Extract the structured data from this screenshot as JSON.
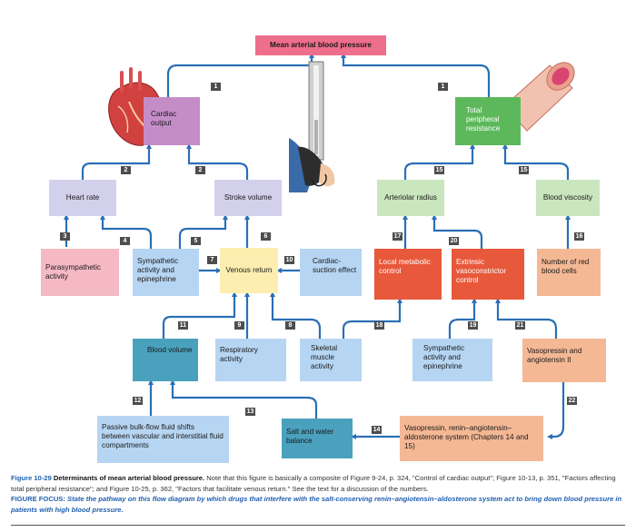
{
  "nodes": {
    "map": "Mean arterial blood pressure",
    "cardiac_output": "Cardiac output",
    "tpr": "Total peripheral resistance",
    "heart_rate": "Heart rate",
    "stroke_volume": "Stroke volume",
    "arteriolar_radius": "Arteriolar radius",
    "blood_viscosity": "Blood viscosity",
    "parasympathetic": "Parasympathetic activity",
    "sympathetic_epi": "Sympathetic activity and epinephrine",
    "venous_return": "Venous return",
    "cardiac_suction": "Cardiac-suction effect",
    "local_metabolic": "Local metabolic control",
    "extrinsic_vaso": "Extrinsic vasoconstrictor control",
    "rbc_number": "Number of red blood cells",
    "blood_volume": "Blood volume",
    "respiratory": "Respiratory activity",
    "skeletal": "Skeletal muscle activity",
    "sympathetic_epi2": "Sympathetic activity and epinephrine",
    "vasopressin_ang": "Vasopressin and angiotensin II",
    "bulk_flow": "Passive bulk-flow fluid shifts between vascular and interstitial fluid compartments",
    "salt_water": "Salt and water balance",
    "raas": "Vasopressin, renin–angiotensin–aldosterone system (Chapters 14 and 15)"
  },
  "badges": [
    "1",
    "1",
    "2",
    "2",
    "15",
    "15",
    "3",
    "4",
    "5",
    "6",
    "17",
    "20",
    "16",
    "7",
    "10",
    "11",
    "9",
    "8",
    "18",
    "19",
    "21",
    "12",
    "13",
    "14",
    "22"
  ],
  "caption": {
    "figure_label": "Figure 10-29",
    "title": "Determinants of mean arterial blood pressure.",
    "body": "Note that this figure is basically a composite of Figure 9-24, p. 324, \"Control of cardiac output\"; Figure 10-13, p. 351, \"Factors affecting total peripheral resistance\"; and Figure 10-25, p. 362, \"Factors that facilitate venous return.\" See the text for a discussion of the numbers.",
    "focus_label": "FIGURE FOCUS:",
    "focus_text": "State the pathway on this flow diagram by which drugs that interfere with the salt-conserving renin–angiotensin–aldosterone system act to bring down blood pressure in patients with high blood pressure."
  },
  "colors": {
    "pink": "#ee6f8b",
    "purple": "#c48dc8",
    "green": "#5db85b",
    "light_green": "#c9e6bf",
    "lavender": "#d3d0ec",
    "light_pink": "#f4b9c3",
    "light_blue": "#b6d5f2",
    "yellow": "#fdeeb0",
    "orange_red": "#e8583a",
    "peach": "#f5b895",
    "teal": "#4aa1bd",
    "arrow": "#2b6fb5",
    "badge": "#4d4d4d"
  },
  "icons": [
    "heart-illustration",
    "sphygmomanometer-illustration",
    "blood-vessel-illustration"
  ]
}
